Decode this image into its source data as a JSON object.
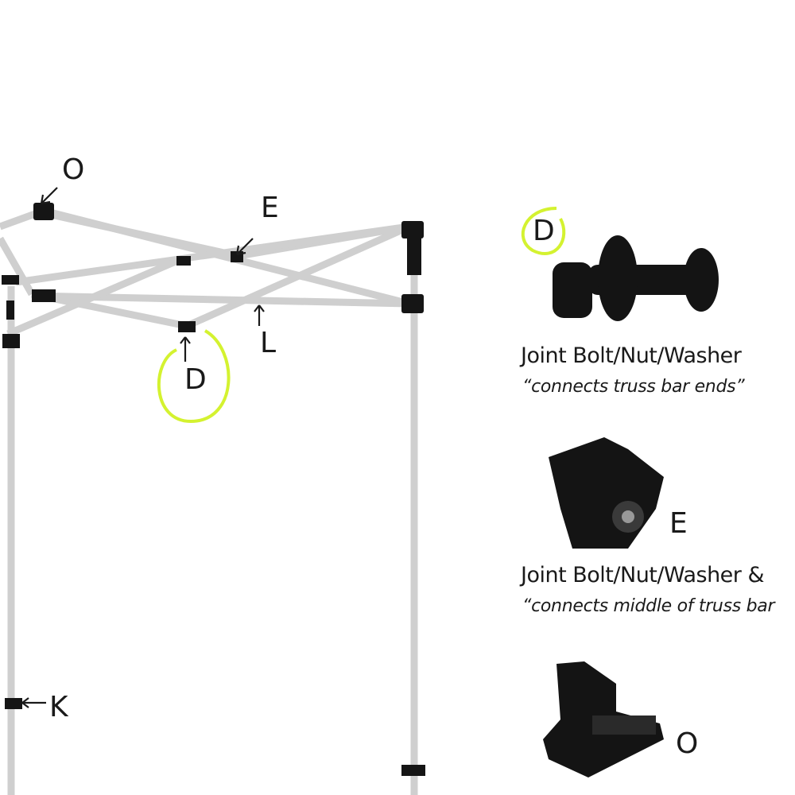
{
  "frame_labels": {
    "o": "O",
    "e": "E",
    "l": "L",
    "d": "D",
    "k": "K"
  },
  "parts": [
    {
      "letter": "D",
      "title": "Joint Bolt/Nut/Washer",
      "note": "“connects truss bar ends”"
    },
    {
      "letter": "E",
      "title": "Joint Bolt/Nut/Washer &",
      "note": "“connects middle of truss bar"
    },
    {
      "letter": "O",
      "title": "",
      "note": ""
    }
  ],
  "colors": {
    "highlight": "#d4f230",
    "frame": "#d8d8d8",
    "part": "#141414"
  }
}
